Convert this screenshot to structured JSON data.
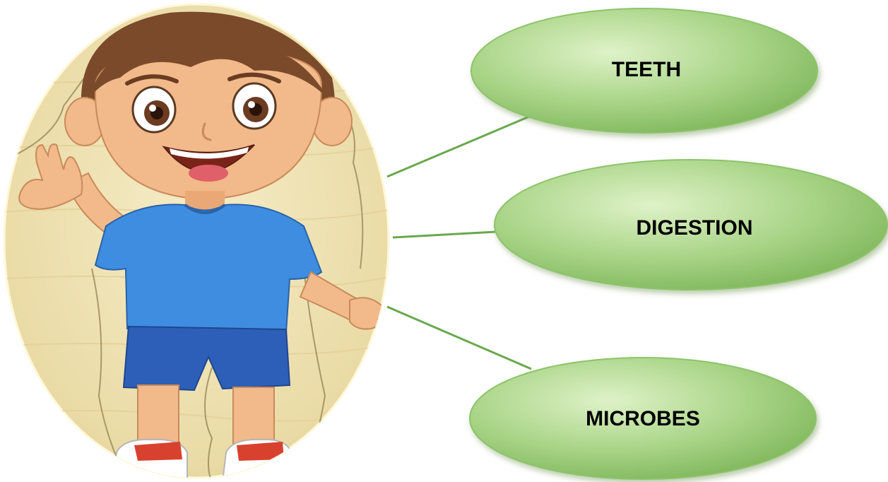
{
  "nodes": [
    {
      "id": "teeth",
      "label": "TEETH"
    },
    {
      "id": "digestion",
      "label": "DIGESTION"
    },
    {
      "id": "microbes",
      "label": "MICROBES"
    }
  ],
  "illustration": {
    "subject": "cartoon boy waving on wooden puzzle background"
  },
  "colors": {
    "node_fill_light": "#cfeab0",
    "node_fill_dark": "#7fb85c",
    "connector": "#6aa84f",
    "wood": "#efe3b6",
    "shirt": "#3f8de0",
    "shorts": "#2e5fb8",
    "hair": "#7a4a2b",
    "skin": "#f2b98a"
  }
}
